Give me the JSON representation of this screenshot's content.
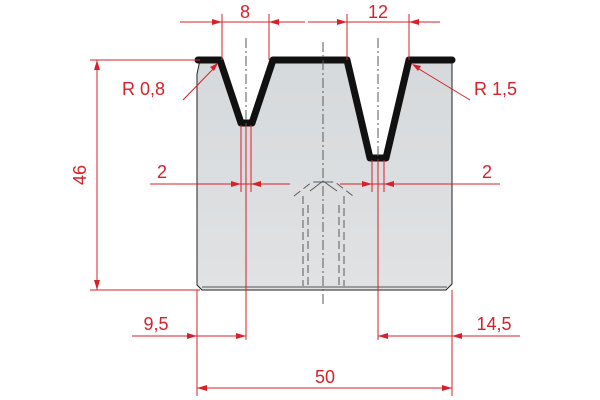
{
  "drawing": {
    "radius_left": "R 0,8",
    "radius_right": "R 1,5",
    "width_left_v": "8",
    "width_right_v": "12",
    "height": "46",
    "bottom_left_v": "2",
    "bottom_right_v": "2",
    "offset_left": "9,5",
    "offset_right": "14,5",
    "total_width": "50"
  },
  "colors": {
    "dimension": "#d8202a",
    "body_fill": "#d9dcde",
    "edge": "#111111"
  }
}
